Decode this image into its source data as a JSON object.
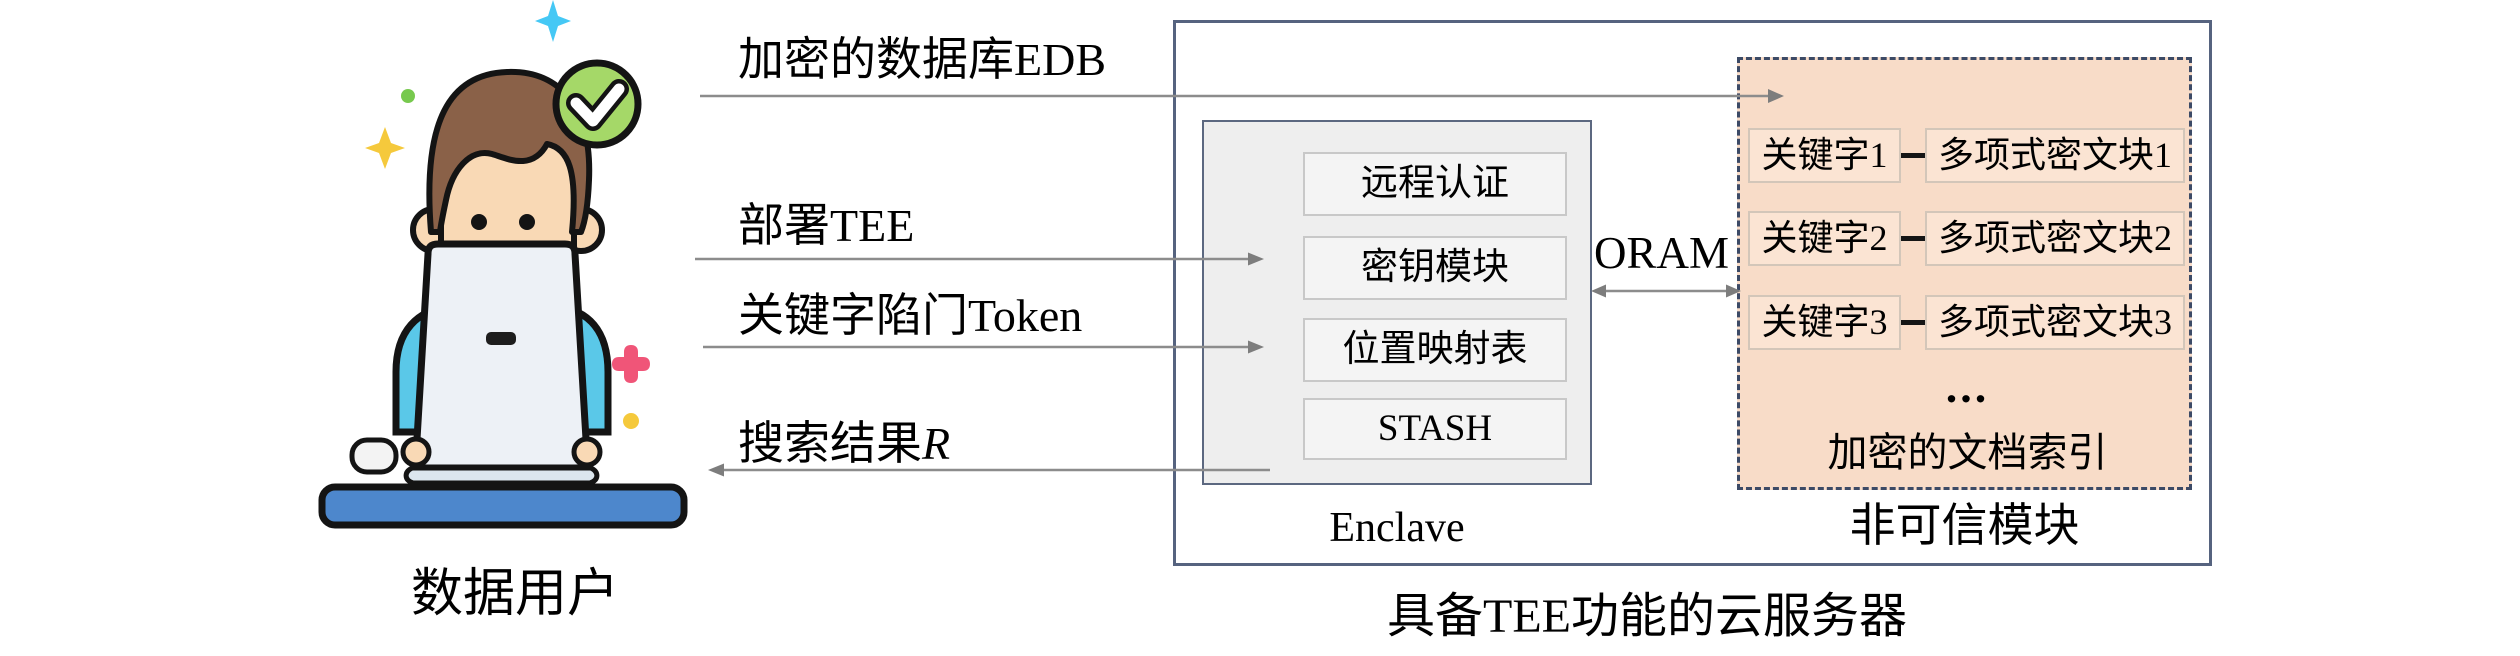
{
  "user": {
    "caption": "数据用户"
  },
  "flows": {
    "edb": "加密的数据库EDB",
    "deploy": "部署TEE",
    "token": "关键字陷门Token",
    "result_prefix": "搜索结果",
    "result_var": "R"
  },
  "server": {
    "caption": "具备TEE功能的云服务器",
    "oram": "ORAM",
    "enclave": {
      "caption": "Enclave",
      "modules": [
        "远程认证",
        "密钥模块",
        "位置映射表",
        "STASH"
      ]
    },
    "untrusted": {
      "caption": "非可信模块",
      "rows": [
        {
          "keyword": "关键字1",
          "block": "多项式密文块1"
        },
        {
          "keyword": "关键字2",
          "block": "多项式密文块2"
        },
        {
          "keyword": "关键字3",
          "block": "多项式密文块3"
        }
      ],
      "ellipsis": "...",
      "index_caption": "加密的文档索引"
    }
  },
  "colors": {
    "text": "#000000",
    "box_border": "#56637f",
    "enclave_bg": "#eeeeee",
    "enclave_border": "#5c6880",
    "module_bg": "#f4f4f4",
    "module_border": "#c8c8c8",
    "untrusted_bg": "#f8dcc8",
    "untrusted_border": "#3c4a66",
    "row_bg": "#fbe4d3",
    "row_border": "#d3c6b9",
    "arrow": "#8c8c8c",
    "arrow_head": "#7d7d7d",
    "link": "#151515",
    "check_green": "#a5d868",
    "desk_blue": "#4d87cc",
    "shirt_cyan": "#5ac8e8"
  }
}
